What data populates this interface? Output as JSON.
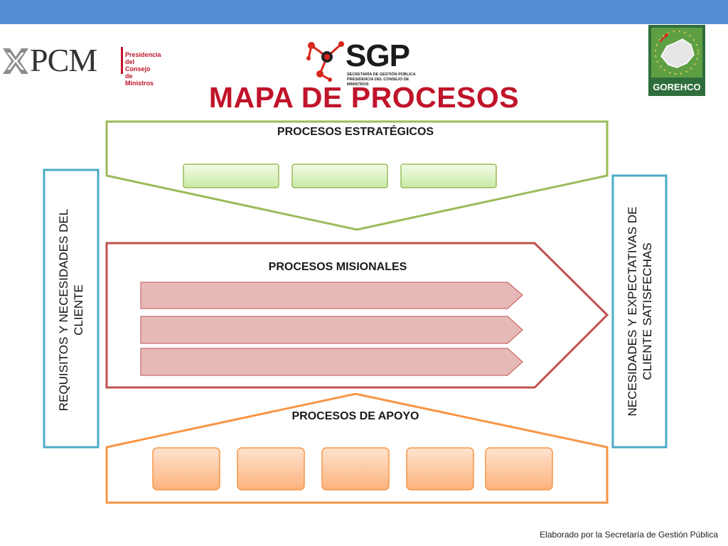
{
  "slide": {
    "title": "MAPA DE PROCESOS",
    "footer": "Elaborado por la Secretaría de Gestión Pública"
  },
  "logos": {
    "pcm": {
      "name": "PCM",
      "subtitle_lines": [
        "Presidencia",
        "del Consejo",
        "de Ministros"
      ]
    },
    "sgp": {
      "name": "SGP",
      "subtitle_lines": [
        "SECRETARÍA DE GESTIÓN PÚBLICA",
        "PRESIDENCIA DEL CONSEJO DE MINISTROS"
      ]
    },
    "gorehco": {
      "name": "GOREHCO"
    }
  },
  "diagram": {
    "strategic": {
      "label": "PROCESOS ESTRATÉGICOS",
      "box_count": 3
    },
    "missional": {
      "label": "PROCESOS MISIONALES",
      "arrow_count": 3
    },
    "support": {
      "label": "PROCESOS DE APOYO",
      "box_count": 5
    },
    "input": {
      "label_lines": [
        "REQUISITOS Y NECESIDADES DEL",
        "CLIENTE"
      ]
    },
    "output": {
      "label_lines": [
        "NECESIDADES Y EXPECTATIVAS DE",
        "CLIENTE  SATISFECHAS"
      ]
    }
  },
  "colors": {
    "top_bar": "#558ed5",
    "title": "#c0142a",
    "strategic": "#9bbb59",
    "missional": "#c0504d",
    "support": "#f79646",
    "side_boxes": "#4bacc6"
  }
}
